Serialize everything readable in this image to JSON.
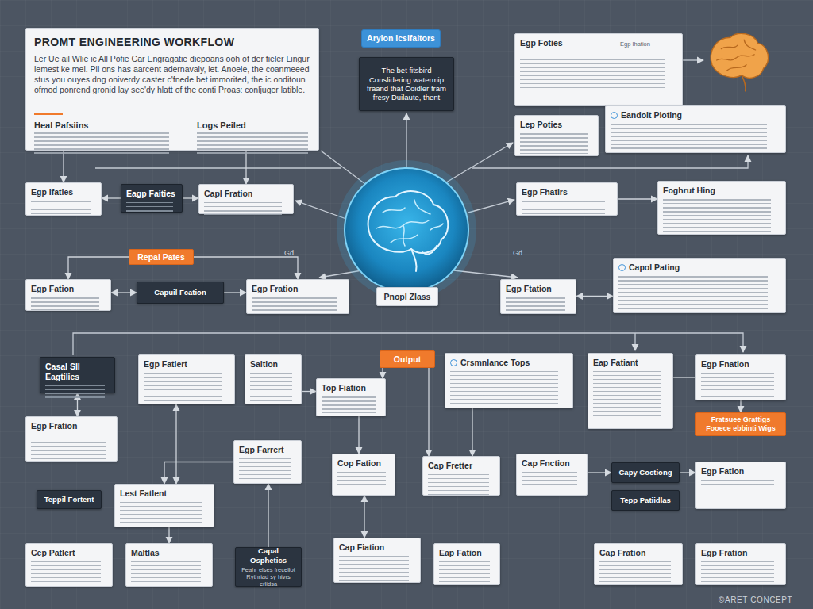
{
  "diagram": {
    "nodes": [
      {
        "text": [
          "PROMT ENGINEERING WORKFLOW",
          "Ler Ue ail Wlie ic All Pofie Car Engragatie diepoans ooh of der fieler Lingur lemest ke mel. Pll ons has aarcent adernavaly, let. Anoele, the coanmeeed stus you ouyes dng oniverdy caster c'fnede bet immorited, the ic onditoun ofmod ponrend gronid lay see'dy hlatt of the conti Proas: conljuger latible.",
          "Heal Pafsiins",
          "Logs Peiled"
        ]
      },
      {
        "text": [
          "Arylon Icslfaitors"
        ]
      },
      {
        "text": [
          "The bet fitsbird Conslidering watermip fraand that Coidler fram fresy Duilaute, thent"
        ]
      },
      {
        "text": [
          "Egp Foties",
          "Egp Ihation"
        ]
      },
      {
        "text": [
          "Lep Poties"
        ]
      },
      {
        "text": [
          "Eandoit Pioting"
        ]
      },
      {
        "text": [
          "Egp Ifaties"
        ]
      },
      {
        "text": [
          "Eagp Faities"
        ]
      },
      {
        "text": [
          "Capl Fration"
        ]
      },
      {
        "text": [
          "Egp Fhatirs"
        ]
      },
      {
        "text": [
          "Foghrut Hing"
        ]
      },
      {
        "text": [
          "Repal Pates"
        ]
      },
      {
        "text": [
          "Capol Pating"
        ]
      },
      {
        "text": [
          "Egp Fation"
        ]
      },
      {
        "text": [
          "Capuil Fcation"
        ]
      },
      {
        "text": [
          "Egp Fration"
        ]
      },
      {
        "text": [
          "Pnopl Zlass"
        ]
      },
      {
        "text": [
          "Egp Ftation"
        ]
      },
      {
        "text": [
          "Casal SIl Eagtilies"
        ]
      },
      {
        "text": [
          "Egp Fatlert"
        ]
      },
      {
        "text": [
          "Saltion"
        ]
      },
      {
        "text": [
          "Output"
        ]
      },
      {
        "text": [
          "Top Fiation"
        ]
      },
      {
        "text": [
          "Crsmnlance Tops"
        ]
      },
      {
        "text": [
          "Eap Fatiant"
        ]
      },
      {
        "text": [
          "Egp Fnation"
        ]
      },
      {
        "text": [
          "Egp Fration"
        ]
      },
      {
        "text": [
          "Fratsuee Grattigs Fooece ebbinti Wigs"
        ]
      },
      {
        "text": [
          "Egp Farrert"
        ]
      },
      {
        "text": [
          "Cop Fation"
        ]
      },
      {
        "text": [
          "Cap Fretter"
        ]
      },
      {
        "text": [
          "Cap Fnction"
        ]
      },
      {
        "text": [
          "Capy Coctiong"
        ]
      },
      {
        "text": [
          "Egp Fation"
        ]
      },
      {
        "text": [
          "Teppil Fortent"
        ]
      },
      {
        "text": [
          "Lest Fatlent"
        ]
      },
      {
        "text": [
          "Tepp Patiidlas"
        ]
      },
      {
        "text": [
          "Cep Patlert"
        ]
      },
      {
        "text": [
          "Maltlas"
        ]
      },
      {
        "text": [
          "Capal Osphetics",
          "Feahr elses frecellot Rythriad sy hivrs erlidsa"
        ]
      },
      {
        "text": [
          "Cap Fiation"
        ]
      },
      {
        "text": [
          "Eap Fation"
        ]
      },
      {
        "text": [
          "Cap Fration"
        ]
      },
      {
        "text": [
          "Egp Fration"
        ]
      }
    ],
    "edges": [
      {
        "from": 0,
        "to": 6,
        "arrow": "to"
      },
      {
        "from": 0,
        "to": 8,
        "arrow": "to"
      },
      {
        "from": 7,
        "to": 6,
        "arrow": "to"
      },
      {
        "from": 7,
        "to": 8,
        "arrow": "to"
      },
      {
        "from": 9,
        "to": 10,
        "arrow": "to"
      },
      {
        "from": 11,
        "to": 13,
        "arrow": "to"
      },
      {
        "from": 11,
        "to": 15,
        "arrow": "to"
      },
      {
        "from": 14,
        "to": 13,
        "arrow": "both"
      },
      {
        "from": 14,
        "to": 15,
        "arrow": "to"
      },
      {
        "from": 17,
        "to": 12,
        "arrow": "both"
      },
      {
        "from": 18,
        "to": 26,
        "arrow": "both"
      },
      {
        "from": 19,
        "to": 35,
        "arrow": "both"
      },
      {
        "from": 20,
        "to": 22,
        "arrow": "to"
      },
      {
        "from": 21,
        "to": 22,
        "arrow": "to"
      },
      {
        "from": 21,
        "to": 30,
        "arrow": "to"
      },
      {
        "from": 22,
        "to": 29,
        "arrow": "to"
      },
      {
        "from": 23,
        "to": 30,
        "arrow": "to"
      },
      {
        "from": 24,
        "to": 25,
        "arrow": "none"
      },
      {
        "from": 25,
        "to": 27,
        "arrow": "to"
      },
      {
        "from": 28,
        "to": 35,
        "arrow": "to"
      },
      {
        "from": 29,
        "to": 40,
        "arrow": "both"
      },
      {
        "from": 31,
        "to": 32,
        "arrow": "to"
      },
      {
        "from": 32,
        "to": 33,
        "arrow": "to"
      },
      {
        "from": 35,
        "to": 38,
        "arrow": "to"
      },
      {
        "from": 39,
        "to": 28,
        "arrow": "to"
      }
    ],
    "labels": [
      "Gd",
      "Gd",
      "©ARET CONCEPT"
    ]
  }
}
